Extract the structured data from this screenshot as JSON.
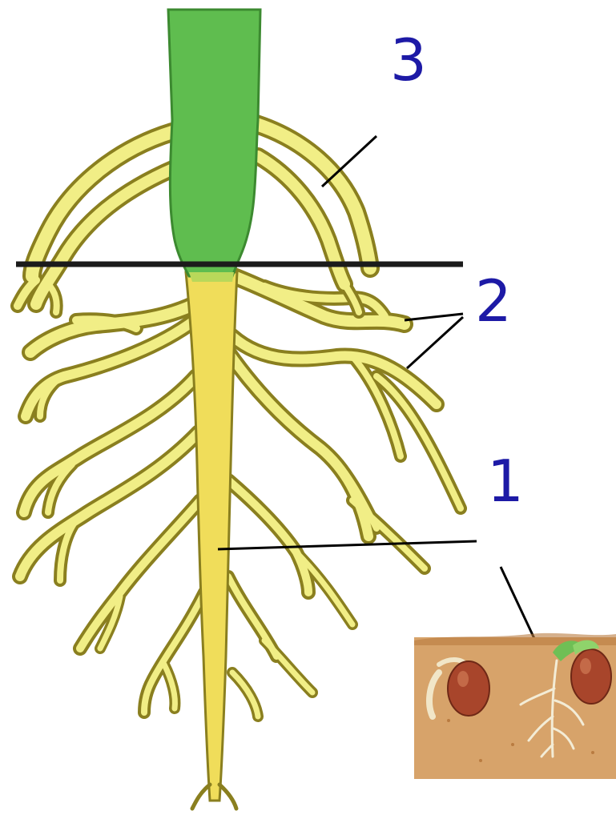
{
  "labels": {
    "taproot": "1",
    "lateral_roots": "2",
    "adventitious_roots": "3"
  },
  "colors": {
    "root_fill": "#f1ee86",
    "root_outline": "#8a7f1f",
    "main_root_fill": "#f0dd5a",
    "stem_fill": "#5fbd4f",
    "ground_line": "#1b1b1b",
    "label_color": "#1d1aa6",
    "soil": "#d7a36a",
    "soil_dark": "#b97b40",
    "seed": "#a8452b"
  }
}
